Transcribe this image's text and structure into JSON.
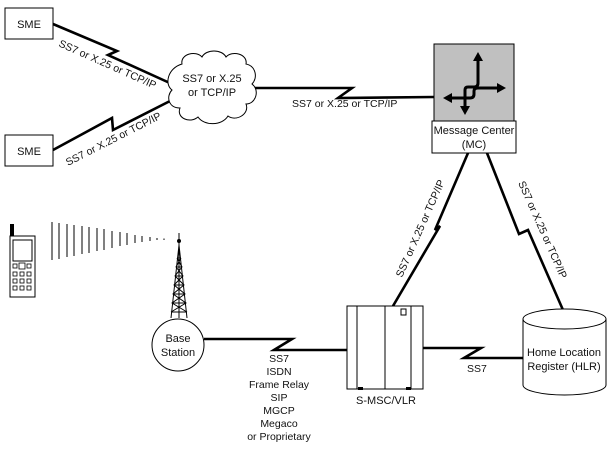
{
  "nodes": {
    "sme_top": {
      "label": "SME"
    },
    "sme_bottom": {
      "label": "SME"
    },
    "cloud": {
      "line1": "SS7 or X.25",
      "line2": "or TCP/IP"
    },
    "message_center": {
      "line1": "Message Center",
      "line2": "(MC)",
      "fill": "#c0c0c0"
    },
    "smsc_vlr": {
      "label": "S-MSC/VLR"
    },
    "hlr": {
      "line1": "Home Location",
      "line2": "Register (HLR)"
    },
    "base_station": {
      "line1": "Base",
      "line2": "Station"
    },
    "mobile_phone": {
      "icon": "mobile-phone-icon"
    },
    "tower": {
      "icon": "radio-tower-icon"
    }
  },
  "links": {
    "sme_top_cloud": "SS7 or X.25 or TCP/IP",
    "sme_bottom_cloud": "SS7 or X.25 or TCP/IP",
    "cloud_mc": "SS7 or X.25 or TCP/IP",
    "mc_smsc": "SS7 or X.25 or TCP/IP",
    "mc_hlr": "SS7 or X.25 or TCP/IP",
    "smsc_hlr": "SS7",
    "bs_smsc": [
      "SS7",
      "ISDN",
      "Frame Relay",
      "SIP",
      "MGCP",
      "Megaco",
      "or Proprietary"
    ]
  }
}
